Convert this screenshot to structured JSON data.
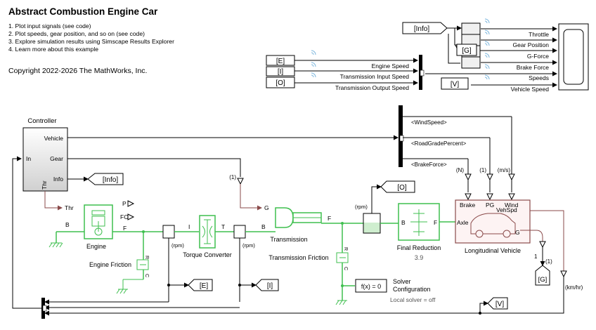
{
  "title": "Abstract Combustion Engine Car",
  "steps": [
    "1. Plot input signals (see code)",
    "2. Plot speeds, gear position, and so on (see code)",
    "3. Explore simulation results using Simscape Results Explorer",
    "4. Learn more about this example"
  ],
  "copyright": "Copyright 2022-2026 The MathWorks, Inc.",
  "tags": {
    "info": "[Info]",
    "g": "[G]",
    "e": "[E]",
    "i": "[I]",
    "o": "[O]",
    "v": "[V]"
  },
  "scope_signals": [
    "Throttle",
    "Gear Position",
    "G-Force",
    "Brake Force",
    "Speeds",
    "Vehicle Speed"
  ],
  "speed_signals": [
    "Engine Speed",
    "Transmission Input Speed",
    "Transmission Output Speed"
  ],
  "env_signals": [
    "<WindSpeed>",
    "<RoadGradePercent>",
    "<BrakeForce>"
  ],
  "controller": {
    "title": "Controller",
    "ports_out": [
      "Vehicle",
      "Gear",
      "Info"
    ],
    "port_in": "In",
    "port_thr": "Thr"
  },
  "labels": {
    "thr": "Thr",
    "p": "P",
    "fc": "FC",
    "g_arrow": "G",
    "one_paren": "(1)",
    "b": "B",
    "f": "F",
    "i": "I",
    "t": "T",
    "rpm": "(rpm)",
    "r": "R",
    "c": "C",
    "n": "(N)",
    "ms": "(m/s)",
    "kmhr": "(km/hr)",
    "one": "1",
    "fx": "f(x) = 0",
    "axle": "Axle",
    "brake": "Brake",
    "pg": "PG",
    "wind": "Wind",
    "vehspd": "VehSpd"
  },
  "blocks": {
    "engine": "Engine",
    "engine_friction": "Engine Friction",
    "torque_converter": "Torque Converter",
    "transmission": "Transmission",
    "transmission_friction": "Transmission Friction",
    "final_reduction": "Final Reduction",
    "final_ratio": "3.9",
    "longitudinal_vehicle": "Longitudinal Vehicle",
    "solver_title_1": "Solver",
    "solver_title_2": "Configuration",
    "solver_note": "Local solver = off"
  }
}
